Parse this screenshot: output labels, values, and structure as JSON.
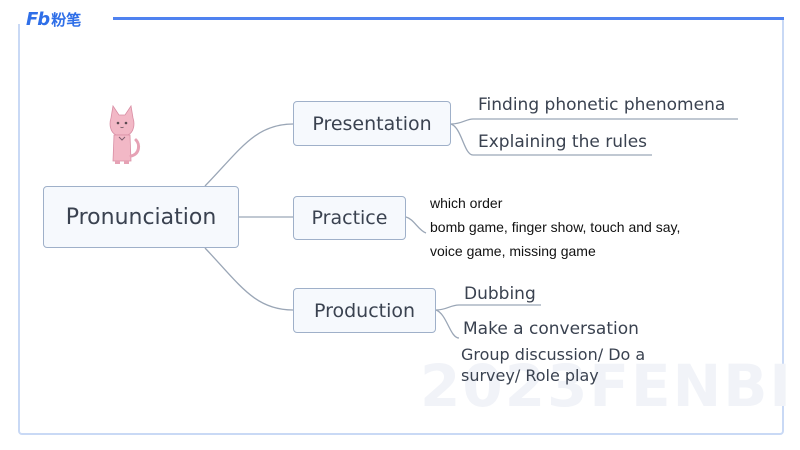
{
  "header": {
    "logo_mark": "Fb",
    "logo_text": "粉笔"
  },
  "watermark": "2023FENBI",
  "mindmap": {
    "root": "Pronunciation",
    "branches": [
      {
        "label": "Presentation",
        "children": [
          "Finding phonetic phenomena",
          "Explaining the rules"
        ]
      },
      {
        "label": "Practice",
        "children": [
          "which order",
          "bomb game, finger show, touch and say,",
          "voice game, missing game"
        ]
      },
      {
        "label": "Production",
        "children": [
          "Dubbing",
          "Make a conversation",
          "Group discussion/ Do a survey/ Role play"
        ]
      }
    ]
  },
  "colors": {
    "accent": "#4f82f0",
    "node_border": "#9fb0c9",
    "link": "#9aa6b6",
    "cat": "#f2b8c6"
  },
  "icons": [
    "cat-icon"
  ]
}
